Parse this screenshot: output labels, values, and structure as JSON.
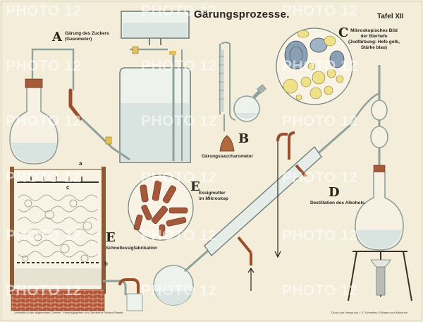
{
  "title": "Gärungsprozesse.",
  "plate": "Tafel XII",
  "labels": {
    "A": {
      "letter": "A",
      "caption": [
        "Gärung des Zuckers",
        "(Gasometer)"
      ]
    },
    "B": {
      "letter": "B",
      "caption": [
        "Gärungssaccharometer"
      ]
    },
    "C": {
      "letter": "C",
      "caption": [
        "Mikroskopisches Bild",
        "der Bierhefe",
        "(Jodfärbung: Hefe gelb,",
        "Stärke blau)"
      ]
    },
    "D": {
      "letter": "D",
      "caption": [
        "Destillation des Alkohols"
      ]
    },
    "E1": {
      "letter": "E",
      "caption": [
        "Essigmutter",
        "im Mikroskop"
      ]
    },
    "E2": {
      "letter": "E",
      "caption": [
        "Schnellessigfabrikation"
      ]
    },
    "a": "a",
    "b": "b",
    "c": "c"
  },
  "footer": {
    "left": "Lehrmittel in der allgemeinen Chemie · Herausgegeben von Oberlehrer Richard Plantet",
    "right": "Druck und Verlag von J. F. Schreiber, Eßlingen und München"
  },
  "watermark": "PHOTO 12",
  "colors": {
    "paper": "#f4edda",
    "liquid": "#d9e3df",
    "glass": "#8fa19b",
    "rubber": "#9b4e2e",
    "cork": "#a55a38",
    "yeast_yellow": "#efe08a",
    "starch_blue": "#8aa0b5"
  }
}
